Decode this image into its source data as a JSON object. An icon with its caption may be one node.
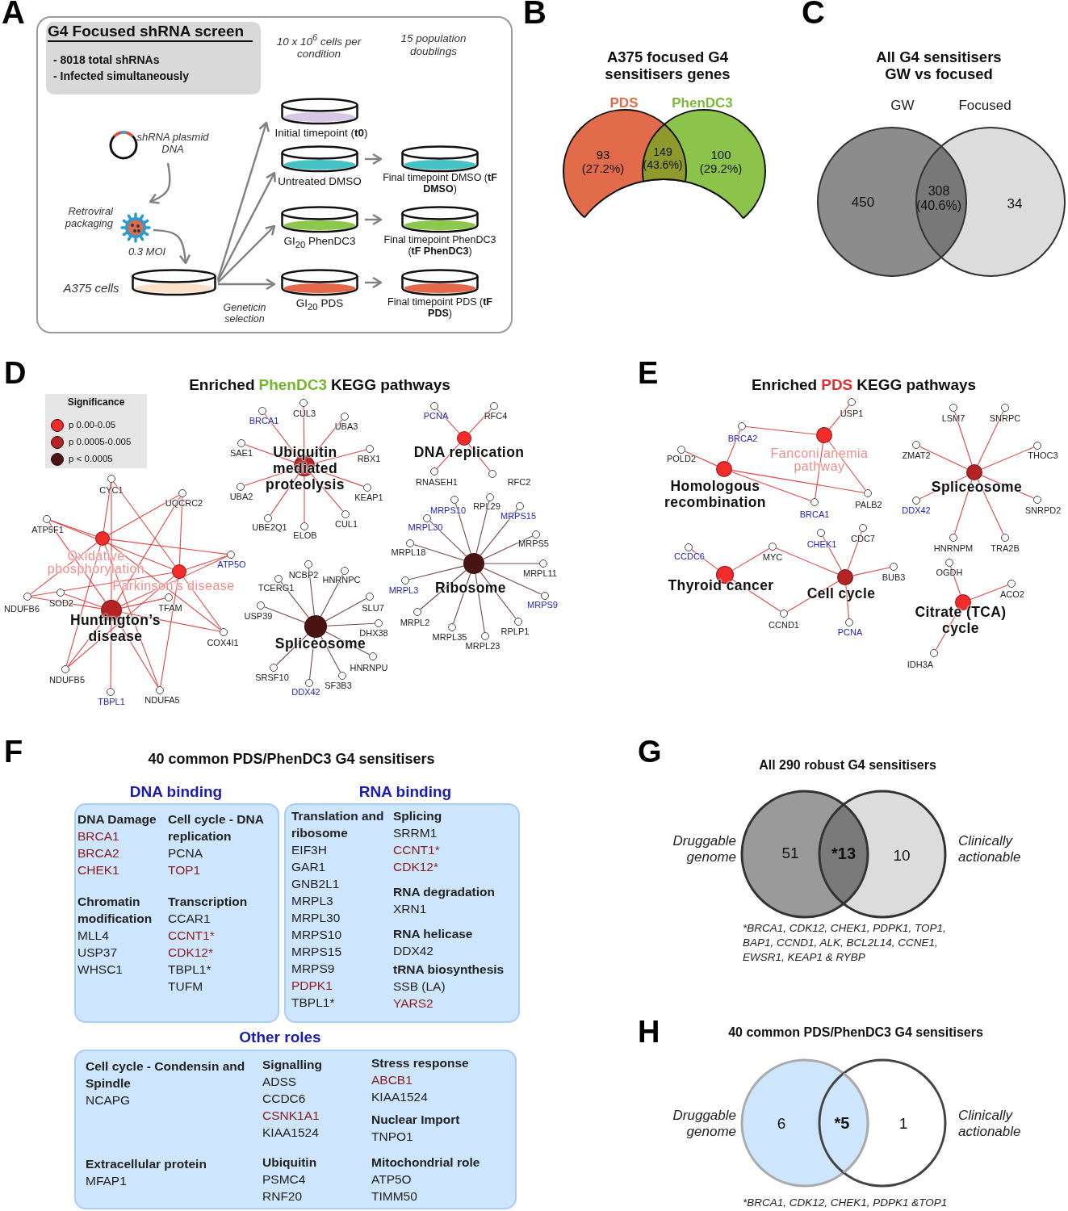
{
  "diagram": {
    "nodes": [
      {
        "text": [],
        "shape": "box"
      },
      {
        "text": [
          "G4 Focused shRNA screen",
          "- 8018 total shRNAs",
          "- Infected simultaneously"
        ],
        "in": 0
      },
      {
        "text": [
          "shRNA plasmid DNA"
        ],
        "in": 0
      },
      {
        "text": [
          "Retroviral packaging"
        ],
        "in": 0
      },
      {
        "text": [
          "A375 cells"
        ],
        "in": 0
      },
      {
        "text": [
          "Initial timepoint (**t0**)"
        ],
        "in": 0
      },
      {
        "text": [
          "Untreated DMSO"
        ],
        "in": 0
      },
      {
        "text": [
          "GI$_{20}$ PhenDC3"
        ],
        "in": 0
      },
      {
        "text": [
          "GI$_{20}$ PDS"
        ],
        "in": 0
      },
      {
        "text": [
          "Final timepoint DMSO (**tF DMSO**)"
        ],
        "in": 0
      },
      {
        "text": [
          "Final timepoint PhenDC3 (**tF PhenDC3**)"
        ],
        "in": 0
      },
      {
        "text": [
          "Final timepoint PDS (**tF PDS**)"
        ],
        "in": 0
      },
      {
        "text": [
          "PDS",
          "93 (27.2%)"
        ]
      },
      {
        "text": [
          "PhenDC3",
          "100 (29.2%)"
        ]
      },
      {
        "text": [
          "GW",
          "450"
        ]
      },
      {
        "text": [
          "Focused",
          "34"
        ]
      },
      {
        "text": [
          "Oxidative phosphorylation"
        ]
      },
      {
        "text": [
          "Parkinson’s disease"
        ]
      },
      {
        "text": [
          "Huntington’s disease"
        ]
      },
      {
        "text": [
          "CYC1"
        ]
      },
      {
        "text": [
          "UQCRC2"
        ]
      },
      {
        "text": [
          "ATP5F1"
        ]
      },
      {
        "text": [
          "ATP5O"
        ]
      },
      {
        "text": [
          "NDUFB6"
        ]
      },
      {
        "text": [
          "SOD2"
        ]
      },
      {
        "text": [
          "TFAM"
        ]
      },
      {
        "text": [
          "COX4I1"
        ]
      },
      {
        "text": [
          "NDUFB5"
        ]
      },
      {
        "text": [
          "TBPL1"
        ]
      },
      {
        "text": [
          "NDUFA5"
        ]
      },
      {
        "text": [
          "Ubiquitin mediated proteolysis"
        ]
      },
      {
        "text": [
          "BRCA1"
        ]
      },
      {
        "text": [
          "CUL3"
        ]
      },
      {
        "text": [
          "UBA3"
        ]
      },
      {
        "text": [
          "SAE1"
        ]
      },
      {
        "text": [
          "RBX1"
        ]
      },
      {
        "text": [
          "UBA2"
        ]
      },
      {
        "text": [
          "KEAP1"
        ]
      },
      {
        "text": [
          "UBE2Q1"
        ]
      },
      {
        "text": [
          "ELOB"
        ]
      },
      {
        "text": [
          "CUL1"
        ]
      },
      {
        "text": [
          "DNA replication"
        ]
      },
      {
        "text": [
          "PCNA"
        ]
      },
      {
        "text": [
          "RFC4"
        ]
      },
      {
        "text": [
          "RNASEH1"
        ]
      },
      {
        "text": [
          "RFC2"
        ]
      },
      {
        "text": [
          "Spliceosome"
        ]
      },
      {
        "text": [
          "NCBP2"
        ]
      },
      {
        "text": [
          "HNRNPC"
        ]
      },
      {
        "text": [
          "TCERG1"
        ]
      },
      {
        "text": [
          "SLU7"
        ]
      },
      {
        "text": [
          "USP39"
        ]
      },
      {
        "text": [
          "DHX38"
        ]
      },
      {
        "text": [
          "HNRNPU"
        ]
      },
      {
        "text": [
          "SF3B3"
        ]
      },
      {
        "text": [
          "DDX42"
        ]
      },
      {
        "text": [
          "SRSF10"
        ]
      },
      {
        "text": [
          "Ribosome"
        ]
      },
      {
        "text": [
          "MRPS10"
        ]
      },
      {
        "text": [
          "RPL29"
        ]
      },
      {
        "text": [
          "MRPS15"
        ]
      },
      {
        "text": [
          "MRPL30"
        ]
      },
      {
        "text": [
          "MRPS5"
        ]
      },
      {
        "text": [
          "MRPL18"
        ]
      },
      {
        "text": [
          "MRPL11"
        ]
      },
      {
        "text": [
          "MRPL3"
        ]
      },
      {
        "text": [
          "MRPS9"
        ]
      },
      {
        "text": [
          "MRPL2"
        ]
      },
      {
        "text": [
          "MRPL35"
        ]
      },
      {
        "text": [
          "MRPL23"
        ]
      },
      {
        "text": [
          "RPLP1"
        ]
      },
      {
        "text": [
          "Fanconi anemia pathway"
        ]
      },
      {
        "text": [
          "Homologous recombination"
        ]
      },
      {
        "text": [
          "USP1"
        ]
      },
      {
        "text": [
          "BRCA2"
        ]
      },
      {
        "text": [
          "POLD2"
        ]
      },
      {
        "text": [
          "PALB2"
        ]
      },
      {
        "text": [
          "BRCA1"
        ]
      },
      {
        "text": [
          "Spliceosome"
        ]
      },
      {
        "text": [
          "LSM7"
        ]
      },
      {
        "text": [
          "SNRPC"
        ]
      },
      {
        "text": [
          "ZMAT2"
        ]
      },
      {
        "text": [
          "THOC3"
        ]
      },
      {
        "text": [
          "DDX42"
        ]
      },
      {
        "text": [
          "SNRPD2"
        ]
      },
      {
        "text": [
          "HNRNPM"
        ]
      },
      {
        "text": [
          "TRA2B"
        ]
      },
      {
        "text": [
          "Thyroid cancer"
        ]
      },
      {
        "text": [
          "Cell cycle"
        ]
      },
      {
        "text": [
          "CCDC6"
        ]
      },
      {
        "text": [
          "MYC"
        ]
      },
      {
        "text": [
          "CHEK1"
        ]
      },
      {
        "text": [
          "CDC7"
        ]
      },
      {
        "text": [
          "BUB3"
        ]
      },
      {
        "text": [
          "CCND1"
        ]
      },
      {
        "text": [
          "PCNA"
        ]
      },
      {
        "text": [
          "Citrate (TCA) cycle"
        ]
      },
      {
        "text": [
          "OGDH"
        ]
      },
      {
        "text": [
          "ACO2"
        ]
      },
      {
        "text": [
          "IDH3A"
        ]
      },
      {
        "text": [
          "DNA binding",
          "DNA Damage",
          "BRCA1",
          "BRCA2",
          "CHEK1",
          "Chromatin modification",
          "MLL4",
          "USP37",
          "WHSC1",
          "Cell cycle - DNA replication",
          "PCNA",
          "TOP1",
          "Transcription",
          "CCAR1",
          "CCNT1*",
          "CDK12*",
          "TBPL1*",
          "TUFM"
        ]
      },
      {
        "text": [
          "RNA binding",
          "Translation and ribosome",
          "EIF3H",
          "GAR1",
          "GNB2L1",
          "MRPL3",
          "MRPL30",
          "MRPS10",
          "MRPS15",
          "MRPS9",
          "PDPK1",
          "TBPL1*",
          "Splicing",
          "SRRM1",
          "CCNT1*",
          "CDK12*",
          "RNA degradation",
          "XRN1",
          "RNA helicase",
          "DDX42",
          "tRNA biosynthesis",
          "SSB (LA)",
          "YARS2"
        ]
      },
      {
        "text": [
          "Other roles",
          "Cell cycle - Condensin and Spindle",
          "NCAPG",
          "Extracellular protein",
          "MFAP1",
          "Signalling",
          "ADSS",
          "CCDC6",
          "CSNK1A1",
          "KIAA1524",
          "Ubiquitin",
          "PSMC4",
          "RNF20",
          "Stress response",
          "ABCB1",
          "KIAA1524",
          "Nuclear Import",
          "TNPO1",
          "Mitochondrial role",
          "ATP5O",
          "TIMM50"
        ]
      },
      {
        "text": [
          "Druggable genome",
          "51"
        ]
      },
      {
        "text": [
          "10",
          "Clinically actionable"
        ]
      },
      {
        "text": [
          "Druggable genome",
          "6"
        ]
      },
      {
        "text": [
          "1",
          "Clinically actionable"
        ]
      }
    ],
    "edges": [
      {
        "from": 2,
        "to": 3,
        "arrow": "to",
        "color": "#808080"
      },
      {
        "from": 3,
        "to": 4,
        "arrow": "to",
        "label": "0.3 MOI",
        "color": "#808080"
      },
      {
        "from": 4,
        "to": 5,
        "arrow": "to",
        "color": "#808080"
      },
      {
        "from": 4,
        "to": 6,
        "arrow": "to",
        "color": "#808080"
      },
      {
        "from": 4,
        "to": 7,
        "arrow": "to",
        "color": "#808080"
      },
      {
        "from": 4,
        "to": 8,
        "arrow": "to",
        "color": "#808080"
      },
      {
        "from": 6,
        "to": 9,
        "arrow": "to",
        "color": "#808080"
      },
      {
        "from": 7,
        "to": 10,
        "arrow": "to",
        "color": "#808080"
      },
      {
        "from": 8,
        "to": 11,
        "arrow": "to",
        "color": "#808080"
      },
      {
        "from": 16,
        "to": 19,
        "arrow": "none"
      },
      {
        "from": 16,
        "to": 20,
        "arrow": "none"
      },
      {
        "from": 16,
        "to": 21,
        "arrow": "none"
      },
      {
        "from": 16,
        "to": 22,
        "arrow": "none"
      },
      {
        "from": 16,
        "to": 23,
        "arrow": "none"
      },
      {
        "from": 16,
        "to": 26,
        "arrow": "none"
      },
      {
        "from": 16,
        "to": 27,
        "arrow": "none"
      },
      {
        "from": 16,
        "to": 29,
        "arrow": "none"
      },
      {
        "from": 17,
        "to": 19,
        "arrow": "none"
      },
      {
        "from": 17,
        "to": 20,
        "arrow": "none"
      },
      {
        "from": 17,
        "to": 21,
        "arrow": "none"
      },
      {
        "from": 17,
        "to": 22,
        "arrow": "none"
      },
      {
        "from": 17,
        "to": 23,
        "arrow": "none"
      },
      {
        "from": 17,
        "to": 26,
        "arrow": "none"
      },
      {
        "from": 17,
        "to": 27,
        "arrow": "none"
      },
      {
        "from": 17,
        "to": 29,
        "arrow": "none"
      },
      {
        "from": 18,
        "to": 19,
        "arrow": "none"
      },
      {
        "from": 18,
        "to": 20,
        "arrow": "none"
      },
      {
        "from": 18,
        "to": 21,
        "arrow": "none"
      },
      {
        "from": 18,
        "to": 22,
        "arrow": "none"
      },
      {
        "from": 18,
        "to": 23,
        "arrow": "none"
      },
      {
        "from": 18,
        "to": 24,
        "arrow": "none"
      },
      {
        "from": 18,
        "to": 25,
        "arrow": "none"
      },
      {
        "from": 18,
        "to": 26,
        "arrow": "none"
      },
      {
        "from": 18,
        "to": 27,
        "arrow": "none"
      },
      {
        "from": 18,
        "to": 28,
        "arrow": "none"
      },
      {
        "from": 18,
        "to": 29,
        "arrow": "none"
      },
      {
        "from": 30,
        "to": 31,
        "arrow": "none"
      },
      {
        "from": 30,
        "to": 32,
        "arrow": "none"
      },
      {
        "from": 30,
        "to": 33,
        "arrow": "none"
      },
      {
        "from": 30,
        "to": 34,
        "arrow": "none"
      },
      {
        "from": 30,
        "to": 35,
        "arrow": "none"
      },
      {
        "from": 30,
        "to": 36,
        "arrow": "none"
      },
      {
        "from": 30,
        "to": 37,
        "arrow": "none"
      },
      {
        "from": 30,
        "to": 38,
        "arrow": "none"
      },
      {
        "from": 30,
        "to": 39,
        "arrow": "none"
      },
      {
        "from": 30,
        "to": 40,
        "arrow": "none"
      },
      {
        "from": 41,
        "to": 42,
        "arrow": "none"
      },
      {
        "from": 41,
        "to": 43,
        "arrow": "none"
      },
      {
        "from": 41,
        "to": 44,
        "arrow": "none"
      },
      {
        "from": 41,
        "to": 45,
        "arrow": "none"
      },
      {
        "from": 46,
        "to": 47,
        "arrow": "none",
        "color": "#7a4848"
      },
      {
        "from": 46,
        "to": 48,
        "arrow": "none",
        "color": "#7a4848"
      },
      {
        "from": 46,
        "to": 49,
        "arrow": "none",
        "color": "#7a4848"
      },
      {
        "from": 46,
        "to": 50,
        "arrow": "none",
        "color": "#7a4848"
      },
      {
        "from": 46,
        "to": 51,
        "arrow": "none",
        "color": "#7a4848"
      },
      {
        "from": 46,
        "to": 52,
        "arrow": "none",
        "color": "#7a4848"
      },
      {
        "from": 46,
        "to": 53,
        "arrow": "none",
        "color": "#7a4848"
      },
      {
        "from": 46,
        "to": 54,
        "arrow": "none",
        "color": "#7a4848"
      },
      {
        "from": 46,
        "to": 55,
        "arrow": "none",
        "color": "#7a4848"
      },
      {
        "from": 46,
        "to": 56,
        "arrow": "none",
        "color": "#7a4848"
      },
      {
        "from": 57,
        "to": 58,
        "arrow": "none",
        "color": "#7a4848"
      },
      {
        "from": 57,
        "to": 59,
        "arrow": "none",
        "color": "#7a4848"
      },
      {
        "from": 57,
        "to": 60,
        "arrow": "none",
        "color": "#7a4848"
      },
      {
        "from": 57,
        "to": 61,
        "arrow": "none",
        "color": "#7a4848"
      },
      {
        "from": 57,
        "to": 62,
        "arrow": "none",
        "color": "#7a4848"
      },
      {
        "from": 57,
        "to": 63,
        "arrow": "none",
        "color": "#7a4848"
      },
      {
        "from": 57,
        "to": 64,
        "arrow": "none",
        "color": "#7a4848"
      },
      {
        "from": 57,
        "to": 65,
        "arrow": "none",
        "color": "#7a4848"
      },
      {
        "from": 57,
        "to": 66,
        "arrow": "none",
        "color": "#7a4848"
      },
      {
        "from": 57,
        "to": 67,
        "arrow": "none",
        "color": "#7a4848"
      },
      {
        "from": 57,
        "to": 68,
        "arrow": "none",
        "color": "#7a4848"
      },
      {
        "from": 57,
        "to": 69,
        "arrow": "none",
        "color": "#7a4848"
      },
      {
        "from": 57,
        "to": 70,
        "arrow": "none",
        "color": "#7a4848"
      },
      {
        "from": 71,
        "to": 73,
        "arrow": "none"
      },
      {
        "from": 71,
        "to": 74,
        "arrow": "none"
      },
      {
        "from": 71,
        "to": 76,
        "arrow": "none"
      },
      {
        "from": 71,
        "to": 77,
        "arrow": "none"
      },
      {
        "from": 72,
        "to": 74,
        "arrow": "none"
      },
      {
        "from": 72,
        "to": 75,
        "arrow": "none"
      },
      {
        "from": 72,
        "to": 76,
        "arrow": "none"
      },
      {
        "from": 72,
        "to": 77,
        "arrow": "none"
      },
      {
        "from": 78,
        "to": 79,
        "arrow": "none"
      },
      {
        "from": 78,
        "to": 80,
        "arrow": "none"
      },
      {
        "from": 78,
        "to": 81,
        "arrow": "none"
      },
      {
        "from": 78,
        "to": 82,
        "arrow": "none"
      },
      {
        "from": 78,
        "to": 83,
        "arrow": "none"
      },
      {
        "from": 78,
        "to": 84,
        "arrow": "none"
      },
      {
        "from": 78,
        "to": 85,
        "arrow": "none"
      },
      {
        "from": 78,
        "to": 86,
        "arrow": "none"
      },
      {
        "from": 87,
        "to": 89,
        "arrow": "none"
      },
      {
        "from": 87,
        "to": 90,
        "arrow": "none"
      },
      {
        "from": 87,
        "to": 94,
        "arrow": "none"
      },
      {
        "from": 88,
        "to": 90,
        "arrow": "none"
      },
      {
        "from": 88,
        "to": 91,
        "arrow": "none"
      },
      {
        "from": 88,
        "to": 92,
        "arrow": "none"
      },
      {
        "from": 88,
        "to": 93,
        "arrow": "none"
      },
      {
        "from": 88,
        "to": 94,
        "arrow": "none"
      },
      {
        "from": 88,
        "to": 95,
        "arrow": "none"
      },
      {
        "from": 96,
        "to": 97,
        "arrow": "none"
      },
      {
        "from": 96,
        "to": 98,
        "arrow": "none"
      },
      {
        "from": 96,
        "to": 99,
        "arrow": "none"
      }
    ],
    "labels": [
      "A",
      "10 x 10$^{6}$ cells per condition",
      "15 population doublings",
      "Geneticin selection",
      "B",
      "A375 focused G4 sensitisers genes",
      "149 (43.6%)",
      "C",
      "All G4 sensitisers GW vs focused",
      "308 (40.6%)",
      "D",
      "Enriched",
      "PhenDC3",
      "KEGG pathways",
      "Significance",
      "E",
      "Enriched",
      "PDS",
      "KEGG pathways",
      "F",
      "40 common PDS/PhenDC3 G4 sensitisers",
      "G",
      "All 290 robust G4 sensitisers",
      "*13",
      "*BRCA1, CDK12, CHEK1, PDPK1, TOP1, BAP1, CCND1, ALK, BCL2L14, CCNE1, EWSR1, KEAP1 & RYBP",
      "H",
      "40 common PDS/PhenDC3 G4 sensitisers",
      "*5",
      "*BRCA1, CDK12, CHEK1, PDPK1 &TOP1"
    ],
    "legend": [
      {
        "text": "p 0.00-0.05",
        "color": "#f22b2b"
      },
      {
        "text": "p 0.0005-0.005",
        "color": "#b52424"
      },
      {
        "text": "p < 0.0005",
        "color": "#4a1414"
      }
    ]
  }
}
